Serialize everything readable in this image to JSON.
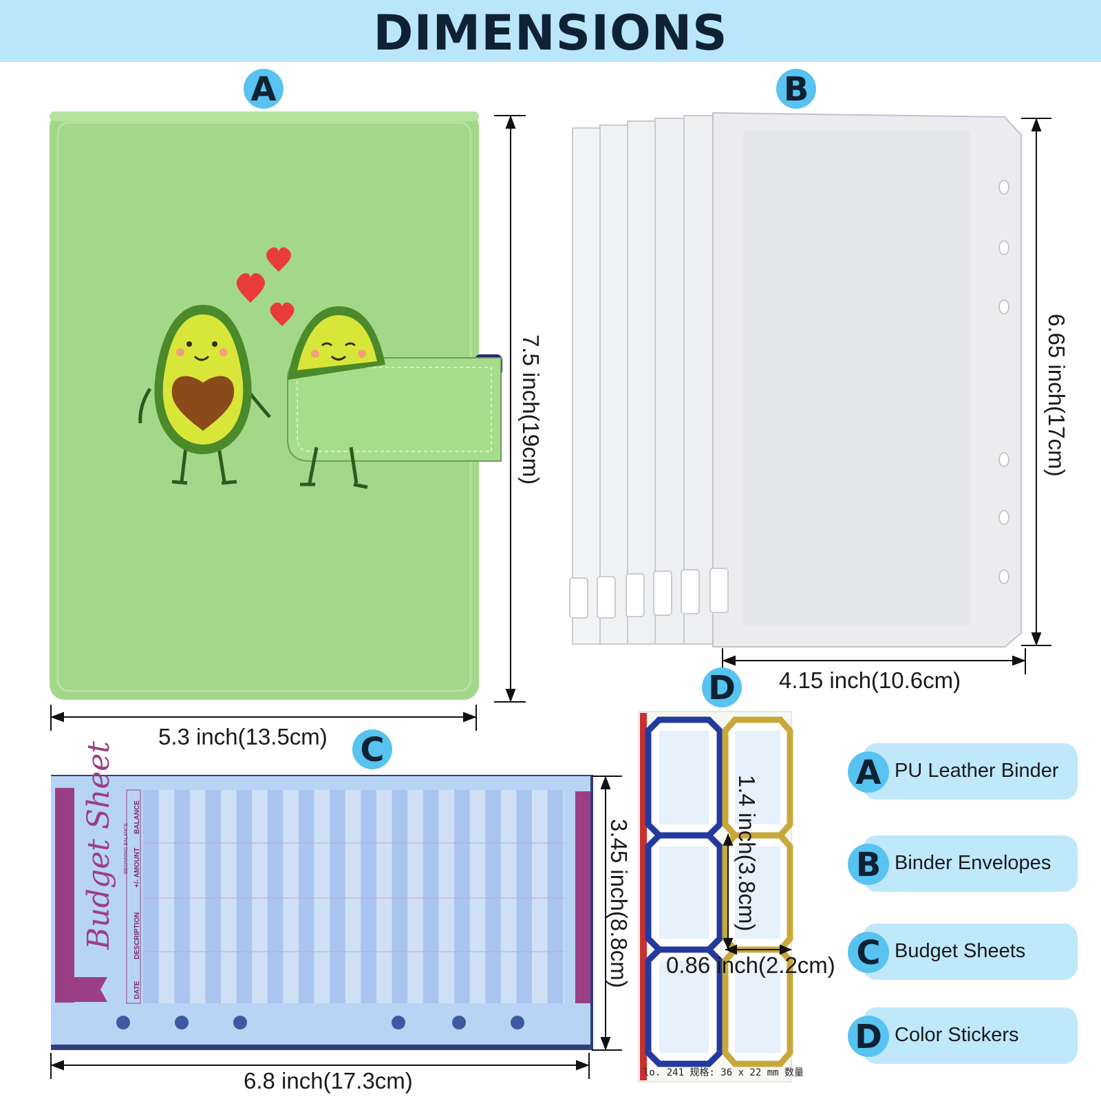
{
  "header": {
    "title": "DIMENSIONS"
  },
  "badges": {
    "a": "A",
    "b": "B",
    "c": "C",
    "d": "D"
  },
  "dimensions": {
    "binder_height": "7.5 inch(19cm)",
    "binder_width": "5.3 inch(13.5cm)",
    "envelope_height": "6.65 inch(17cm)",
    "envelope_width": "4.15 inch(10.6cm)",
    "sheet_height": "3.45 inch(8.8cm)",
    "sheet_width": "6.8 inch(17.3cm)",
    "sticker_height": "1.4 inch(3.8cm)",
    "sticker_width": "0.86 inch(2.2cm)"
  },
  "budget_sheet": {
    "title": "Budget Sheet",
    "columns": [
      "DATE",
      "DESCRIPTION",
      "+/- AMOUNT",
      "BALANCE"
    ],
    "beginning_balance": "BEGINNING BALANCE"
  },
  "sticker_sheet": {
    "footer": "lo. 241  规格: 36 x 22 mm    数量"
  },
  "legend": [
    {
      "letter": "A",
      "label": "PU Leather Binder"
    },
    {
      "letter": "B",
      "label": "Binder Envelopes"
    },
    {
      "letter": "C",
      "label": "Budget Sheets"
    },
    {
      "letter": "D",
      "label": "Color Stickers"
    }
  ],
  "colors": {
    "banner": "#b9e6fb",
    "badge": "#58c2f0",
    "binder_green": "#a3d88a",
    "sheet_blue": "#b8d4f4",
    "sheet_magenta": "#9a3f86"
  }
}
